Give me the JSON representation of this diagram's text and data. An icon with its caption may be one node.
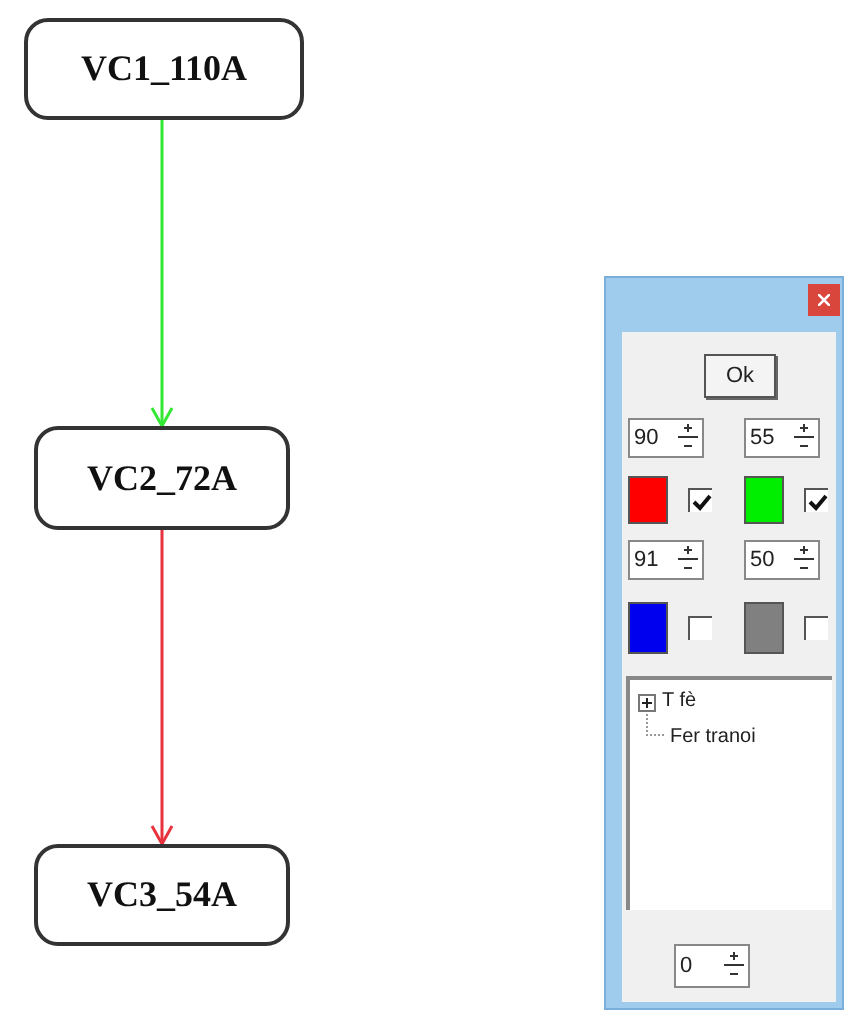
{
  "diagram": {
    "nodes": [
      {
        "text": [
          "VC1_110A"
        ]
      },
      {
        "text": [
          "VC2_72A"
        ]
      },
      {
        "text": [
          "VC3_54A"
        ]
      }
    ],
    "edges": [
      {
        "from": 0,
        "to": 1,
        "arrow": "to",
        "color": "#33e833"
      },
      {
        "from": 1,
        "to": 2,
        "arrow": "to",
        "color": "#e8333f"
      }
    ],
    "labels": [
      "Ok",
      "90",
      "55",
      "91",
      "50",
      "T fè",
      "Fer tranoi",
      "0"
    ]
  }
}
